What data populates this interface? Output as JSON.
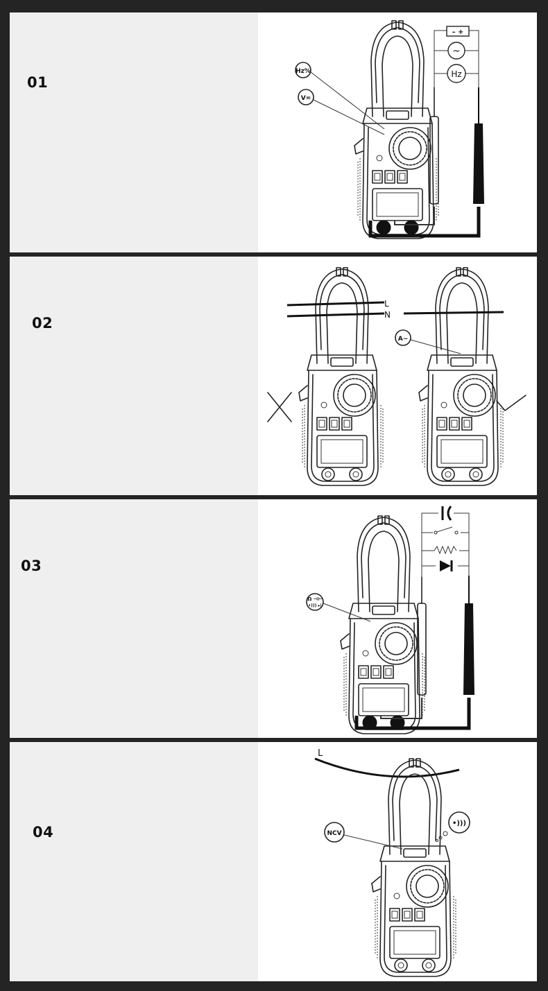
{
  "steps": [
    {
      "number": "01",
      "dial_labels": [
        "Hz%",
        "V≂"
      ],
      "source_labels": [
        "– +",
        "~",
        "Hz"
      ]
    },
    {
      "number": "02",
      "wire_labels": [
        "L",
        "N"
      ],
      "dial_label": "A~",
      "marks": [
        "wrong",
        "correct"
      ]
    },
    {
      "number": "03",
      "dial_label_line1": "Ω ⊣⊢",
      "dial_label_line2": "•))) ▸|"
    },
    {
      "number": "04",
      "wire_label": "L",
      "dial_label": "NCV",
      "sound_icon_text": "•)))"
    }
  ]
}
